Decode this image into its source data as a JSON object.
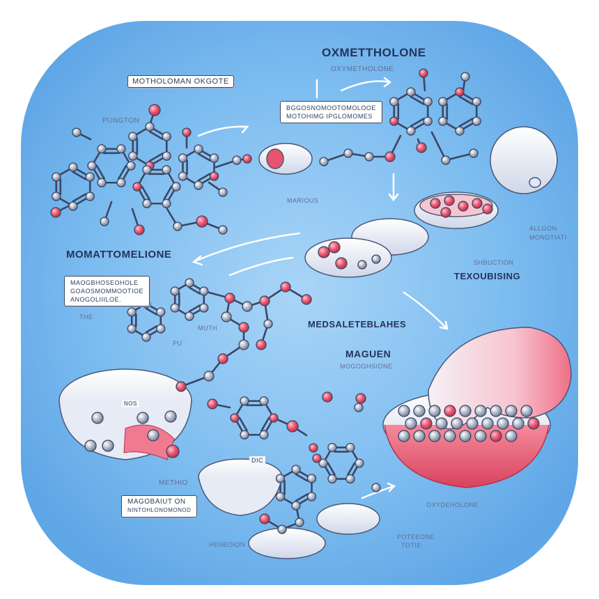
{
  "colors": {
    "background": "#6fb3ec",
    "atom_red": "#e8546e",
    "atom_gray": "#9aa3b5",
    "bond": "#3b4663",
    "dish": "#eef1f8",
    "accent_pink": "#f26f86"
  },
  "labels": {
    "oxymetholone_title": "OXMETTHOLONE",
    "oxymetholone_sub": "OXYMETHOLONE",
    "top_box": "MOTHOLOMAN OKGOTE",
    "box2_line1": "BGGOSNOMOOTOMOLOOE",
    "box2_line2": "MOTOHIMG IPGLOMOMES",
    "pungton": "PUNGTON",
    "marious": "MARIOUS",
    "allgon_line1": "ALLGON",
    "allgon_line2": "MONOTIATI",
    "momattomelione": "MOMATTOMELIONE",
    "box3_line1": "MAOGBHOSEOHOLE",
    "box3_line2": "GOAOSMOMMOOTIOE",
    "box3_line3": "ANOGOLIIILOE.",
    "the": "THE",
    "muth": "MUTH",
    "pu": "PU",
    "shbuction": "SHBUCTION",
    "texoubising": "TEXOUBISING",
    "medsaletebaanes": "MEDSALETEBLAHES",
    "maguen": "MAGUEN",
    "maguen_sub": "MOGOGHSIONE",
    "nos": "NOS",
    "dic": "DIC",
    "methio": "METHIO",
    "bottom_box_line1": "MAGOBAIUT ON",
    "bottom_box_line2": "NINTOHLONOMONOD",
    "heneoion": "HENEOION",
    "oxydeholone": "OXYDEHOLONE",
    "poteeone_line1": "POTEEONE",
    "poteeone_line2": "TOTIE"
  }
}
